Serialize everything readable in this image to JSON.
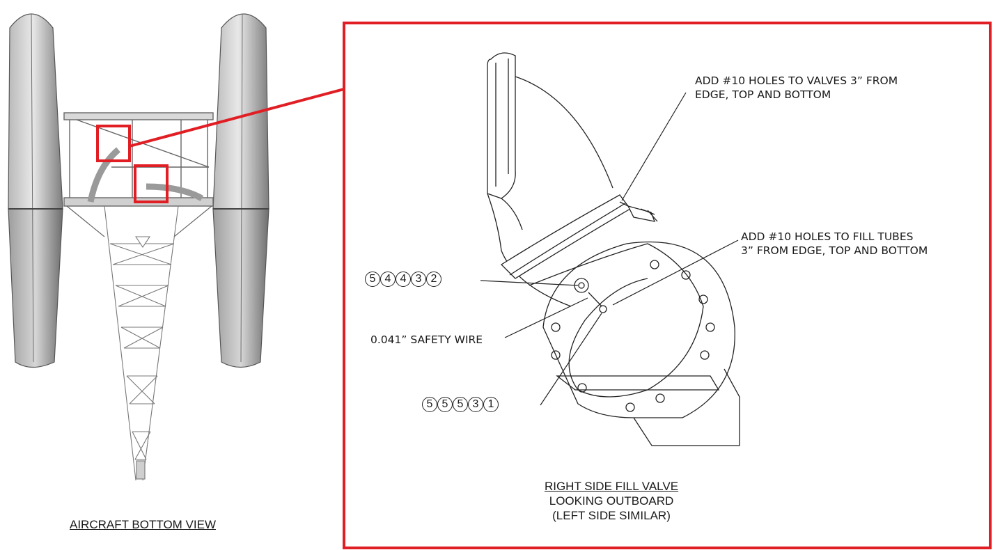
{
  "left_view": {
    "caption": "AIRCRAFT BOTTOM VIEW"
  },
  "detail_view": {
    "note_valves": [
      "ADD #10 HOLES TO VALVES 3” FROM",
      "EDGE, TOP AND BOTTOM"
    ],
    "note_tubes": [
      "ADD #10 HOLES TO FILL TUBES",
      "3” FROM EDGE, TOP AND BOTTOM"
    ],
    "note_wire": "0.041” SAFETY WIRE",
    "balloons_top": [
      "5",
      "4",
      "4",
      "3",
      "2"
    ],
    "balloons_bottom": [
      "5",
      "5",
      "5",
      "3",
      "1"
    ],
    "caption": [
      "RIGHT SIDE FILL VALVE",
      "LOOKING OUTBOARD",
      "(LEFT SIDE SIMILAR)"
    ]
  },
  "colors": {
    "callout_red": "#e01e24",
    "line": "#2a2a2a",
    "float_gray": "#8c8c8c"
  }
}
